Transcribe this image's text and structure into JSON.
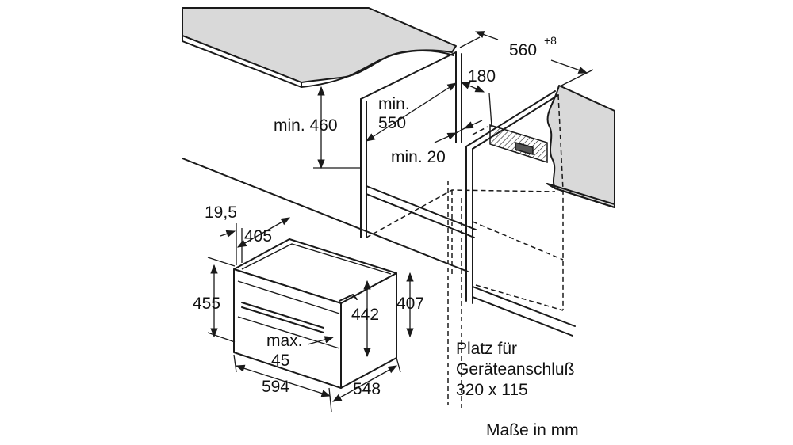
{
  "labels": {
    "width_560": "560",
    "width_560_sup": "+8",
    "depth_180": "180",
    "min_550_a": "min.",
    "min_550_b": "550",
    "min_460": "min. 460",
    "min_20": "min. 20",
    "d_19_5": "19,5",
    "d_405": "405",
    "d_455": "455",
    "d_442": "442",
    "d_407": "407",
    "max45_a": "max.",
    "max45_b": "45",
    "d_594": "594",
    "d_548": "548",
    "note_1": "Platz für",
    "note_2": "Geräteanschluß",
    "note_3": "320 x 115",
    "units": "Maße in mm"
  },
  "colors": {
    "line": "#1a1a1a",
    "worktop": "#d9d9d9",
    "background": "#ffffff"
  }
}
